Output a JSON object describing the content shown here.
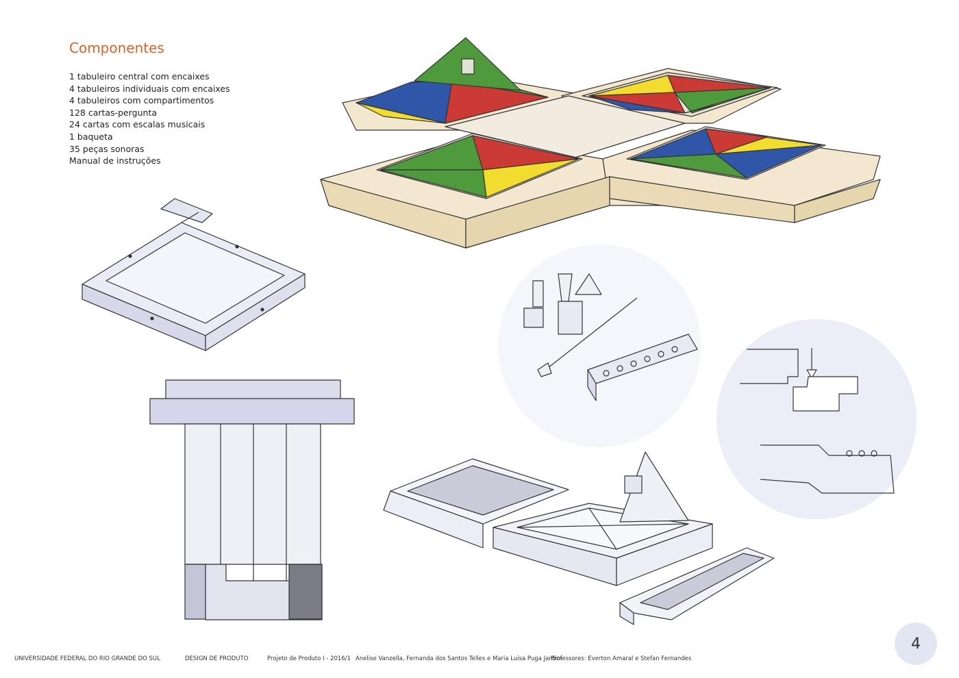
{
  "title": "Componentes",
  "components": [
    "1 tabuleiro central com encaixes",
    "4 tabuleiros individuais com encaixes",
    "4 tabuleiros com compartimentos",
    "128 cartas-pergunta",
    "24 cartas com escalas musicais",
    "1 baqueta",
    "35 peças sonoras",
    "Manual de instruções"
  ],
  "footer": {
    "university": "UNIVERSIDADE FEDERAL DO RIO GRANDE DO SUL",
    "course": "DESIGN DE PRODUTO",
    "project": "Projeto de Produto I - 2016/1",
    "authors": "Anelise Vanzella, Fernanda dos Santos Telles e Maria Luisa Puga Jardim",
    "professors": "Professores: Everton Amaral e Stefan Fernandes"
  },
  "page_number": "4",
  "colors": {
    "title": "#d9622b",
    "green": "#4e9a3c",
    "blue": "#2f56a8",
    "red": "#cc3a35",
    "yellow": "#f2dc2e",
    "wood": "#efe4c8",
    "lavender": "#d8d9ea",
    "badge": "#e2e6f3"
  }
}
